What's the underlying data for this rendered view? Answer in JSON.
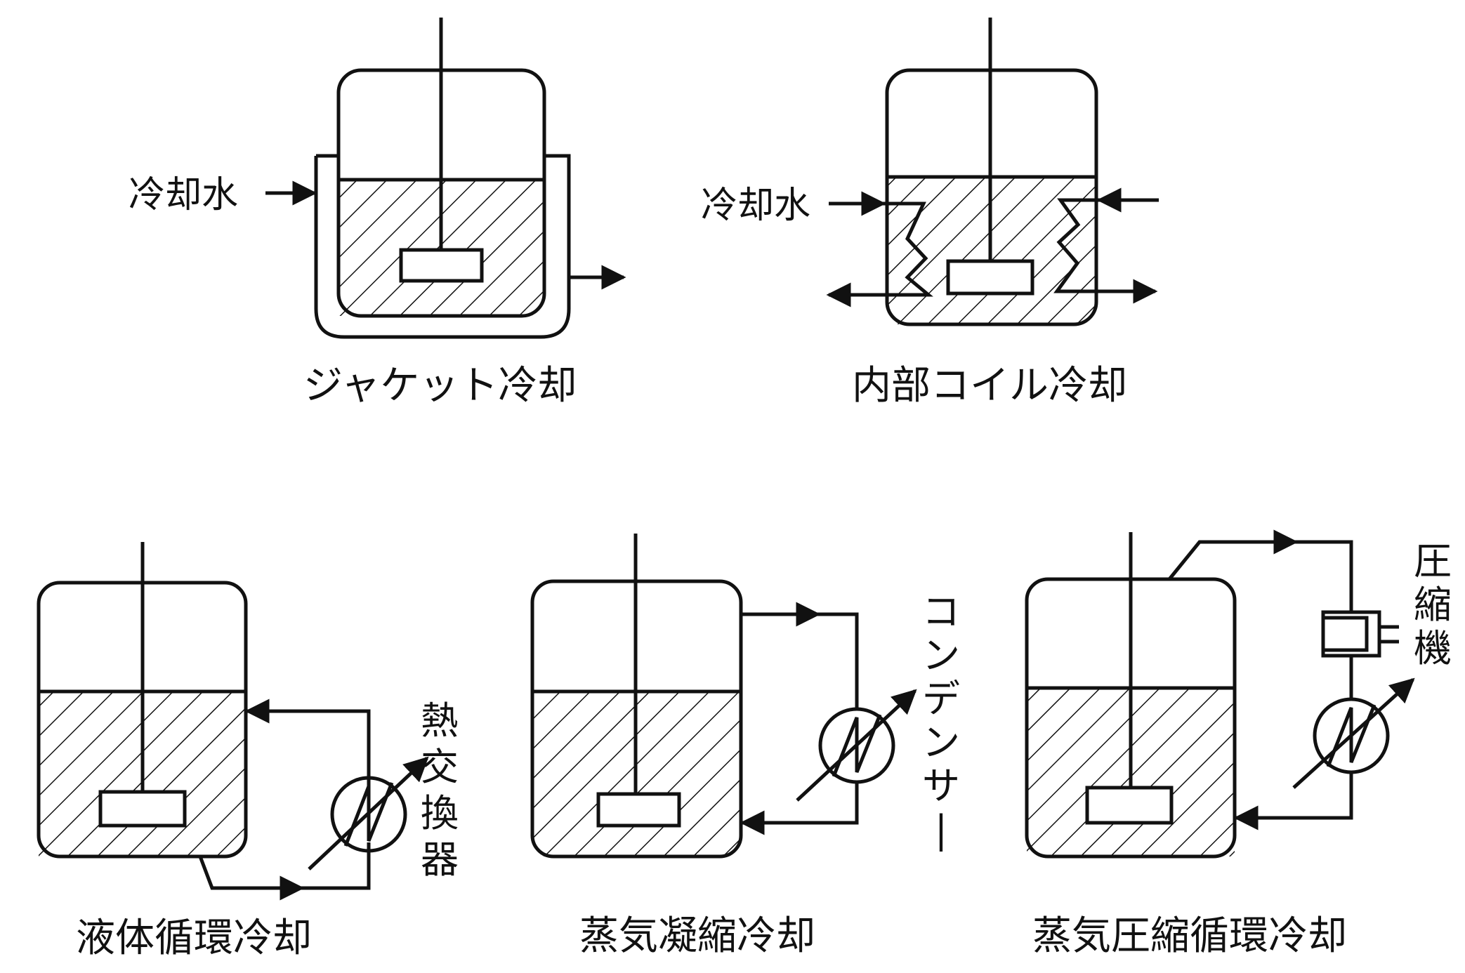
{
  "labels": {
    "cooling_water_jacket": "冷却水",
    "cooling_water_coil": "冷却水",
    "heat_exchanger": "熱交換器",
    "condenser": "コンデンサー",
    "compressor": "圧縮機"
  },
  "captions": {
    "jacket": "ジャケット冷却",
    "internal_coil": "内部コイル冷却",
    "liquid_circulation": "液体循環冷却",
    "vapor_condensation": "蒸気凝縮冷却",
    "vapor_compression": "蒸気圧縮循環冷却"
  },
  "colors": {
    "line": "#111111",
    "background": "#ffffff"
  }
}
